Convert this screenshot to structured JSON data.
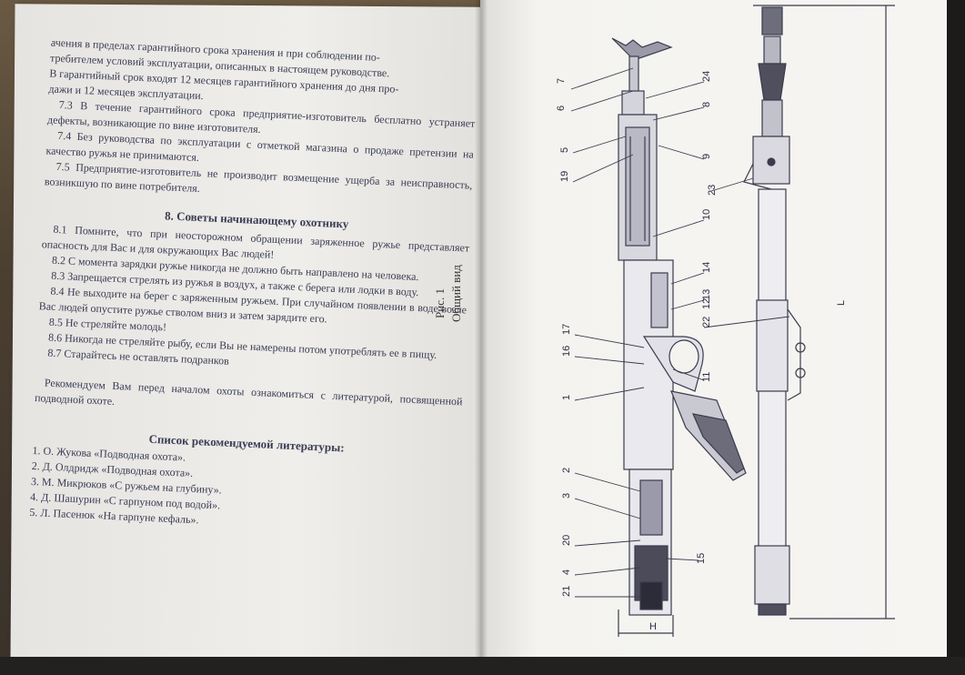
{
  "left_page": {
    "intro_lines": [
      "ачения в пределах гарантийного срока хранения и при соблюдении по-",
      "требителем условий эксплуатации, описанных в настоящем руководстве.",
      "В гарантийный срок входят 12 месяцев гарантийного хранения до дня про-",
      "дажи и 12 месяцев эксплуатации."
    ],
    "warranty_items": [
      "7.3 В течение гарантийного срока предприятие-изготовитель бесплатно устраняет дефекты, возникающие по вине изготовителя.",
      "7.4 Без руководства по эксплуатации с отметкой магазина о продаже претензии на качество ружья не принимаются.",
      "7.5 Предприятие-изготовитель не производит возмещение ущерба за неисправность, возникшую по вине потребителя."
    ],
    "section_title": "8. Советы начинающему охотнику",
    "advice_items": [
      "8.1 Помните, что при неосторожном обращении заряженное ружье представляет опасность для Вас и для окружающих Вас людей!",
      "8.2 С момента зарядки ружье никогда не должно быть направлено на человека.",
      "8.3 Запрещается стрелять из ружья в воздух, а также с берега или лодки в воду.",
      "8.4 Не выходите на берег с заряженным ружьем. При случайном появлении в воде возле Вас людей опустите ружье стволом вниз и затем зарядите его.",
      "8.5 Не стреляйте молодь!",
      "8.6 Никогда не стреляйте рыбу, если Вы не намерены потом употреблять ее в пищу.",
      "8.7 Старайтесь не оставлять подранков"
    ],
    "recommendation": "Рекомендуем Вам перед началом охоты ознакомиться с литературой, посвященной подводной охоте.",
    "literature_title": "Список рекомендуемой литературы:",
    "literature": [
      "1. О. Жукова «Подводная охота».",
      "2. Д. Олдридж «Подводная охота».",
      "3. М. Микрюков «С ружьем на глубину».",
      "4. Д. Шашурин «С гарпуном под водой».",
      "5. Л. Пасенюк «На гарпуне кефаль»."
    ]
  },
  "right_page": {
    "figure_caption_line1": "Рис. 1",
    "figure_caption_line2": "Общий вид",
    "dimension_L": "L",
    "dimension_H": "H",
    "part_numbers": [
      "7",
      "6",
      "24",
      "8",
      "5",
      "19",
      "9",
      "23",
      "10",
      "14",
      "13",
      "12",
      "22",
      "17",
      "16",
      "11",
      "1",
      "2",
      "3",
      "20",
      "4",
      "21",
      "15"
    ]
  },
  "colors": {
    "paper": "#f4f3f0",
    "ink": "#3a3d55",
    "background": "#4b3f31"
  }
}
